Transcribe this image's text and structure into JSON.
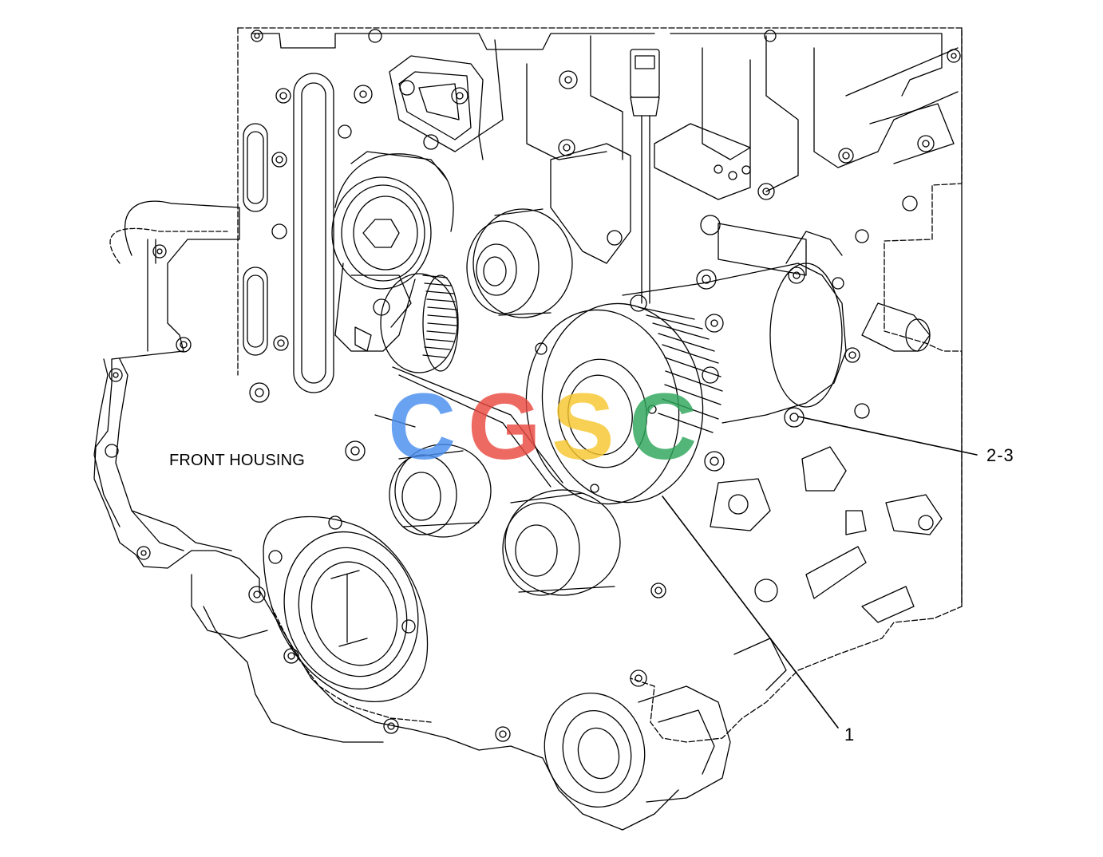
{
  "labels": {
    "front_housing": "FRONT HOUSING",
    "callout_1": "1",
    "callout_2_3": "2-3"
  },
  "watermark": {
    "letters": [
      "C",
      "G",
      "S",
      "C"
    ],
    "colors": [
      "#4a8ef0",
      "#ea4a42",
      "#f7c62f",
      "#2ea55a"
    ]
  },
  "colors": {
    "line": "#000000",
    "background": "#ffffff"
  }
}
